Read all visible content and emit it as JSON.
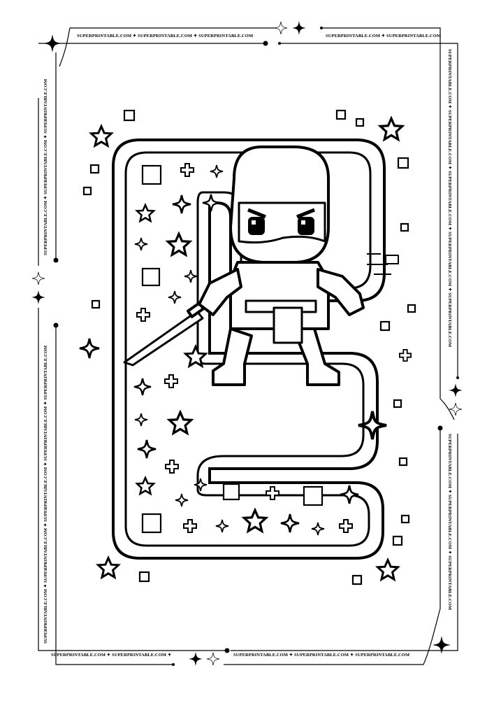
{
  "page": {
    "type": "coloring-page",
    "subject": "Letter E with pixel-art ninja",
    "letter": "E",
    "background_color": "#ffffff",
    "line_color": "#000000"
  },
  "watermark": {
    "top_left": "SUPERPRINTABLE.COM ✦ SUPERPRINTABLE.COM ✦ SUPERPRINTABLE.COM",
    "top_right": "SUPERPRINTABLE.COM ✦ SUPERPRINTABLE.COM",
    "bottom_left": "SUPERPRINTABLE.COM ✦ SUPERPRINTABLE.COM ✦",
    "bottom_right": "SUPERPRINTABLE.COM ✦ SUPERPRINTABLE.COM ✦ SUPERPRINTABLE.COM",
    "left_upper": "SUPERPRINTABLE.COM ✦ SUPERPRINTABLE.COM ✦ SUPERPRINTABLE.COM",
    "left_lower": "SUPERPRINTABLE.COM ✦ SUPERPRINTABLE.COM ✦ SUPERPRINTABLE.COM ✦ SUPERPRINTABLE.COM ✦ SUPERPRINTABLE.COM",
    "right_upper": "SUPERPRINTABLE.COM ✦ SUPERPRINTABLE.COM ✦ SUPERPRINTABLE.COM ✦ SUPERPRINTABLE.COM ✦ SUPERPRINTABLE.COM",
    "right_lower": "SUPERPRINTABLE.COM ✦ SUPERPRINTABLE.COM ✦ SUPERPRINTABLE.COM"
  },
  "icons": {
    "corner_sparkle": "four-point-star",
    "decorations": [
      "five-point-star",
      "square",
      "plus-cross",
      "four-point-sparkle"
    ]
  }
}
